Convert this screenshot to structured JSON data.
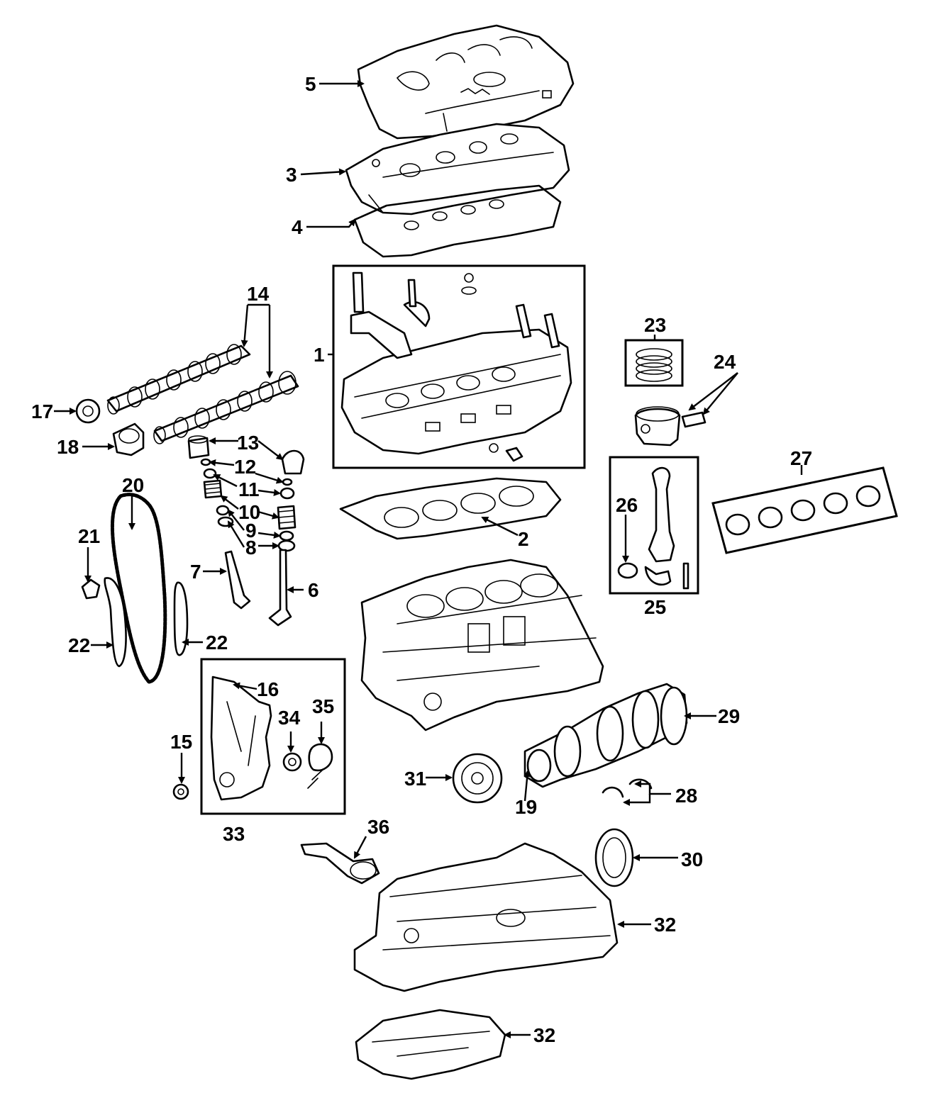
{
  "labels": {
    "l1": "1",
    "l2": "2",
    "l3": "3",
    "l4": "4",
    "l5": "5",
    "l6": "6",
    "l7": "7",
    "l8": "8",
    "l9": "9",
    "l10": "10",
    "l11": "11",
    "l12": "12",
    "l13": "13",
    "l14": "14",
    "l15": "15",
    "l16": "16",
    "l17": "17",
    "l18": "18",
    "l19": "19",
    "l20": "20",
    "l21": "21",
    "l22a": "22",
    "l22b": "22",
    "l23": "23",
    "l24": "24",
    "l25": "25",
    "l26": "26",
    "l27": "27",
    "l28": "28",
    "l29": "29",
    "l30": "30",
    "l31": "31",
    "l32a": "32",
    "l32b": "32",
    "l33": "33",
    "l34": "34",
    "l35": "35",
    "l36": "36"
  }
}
